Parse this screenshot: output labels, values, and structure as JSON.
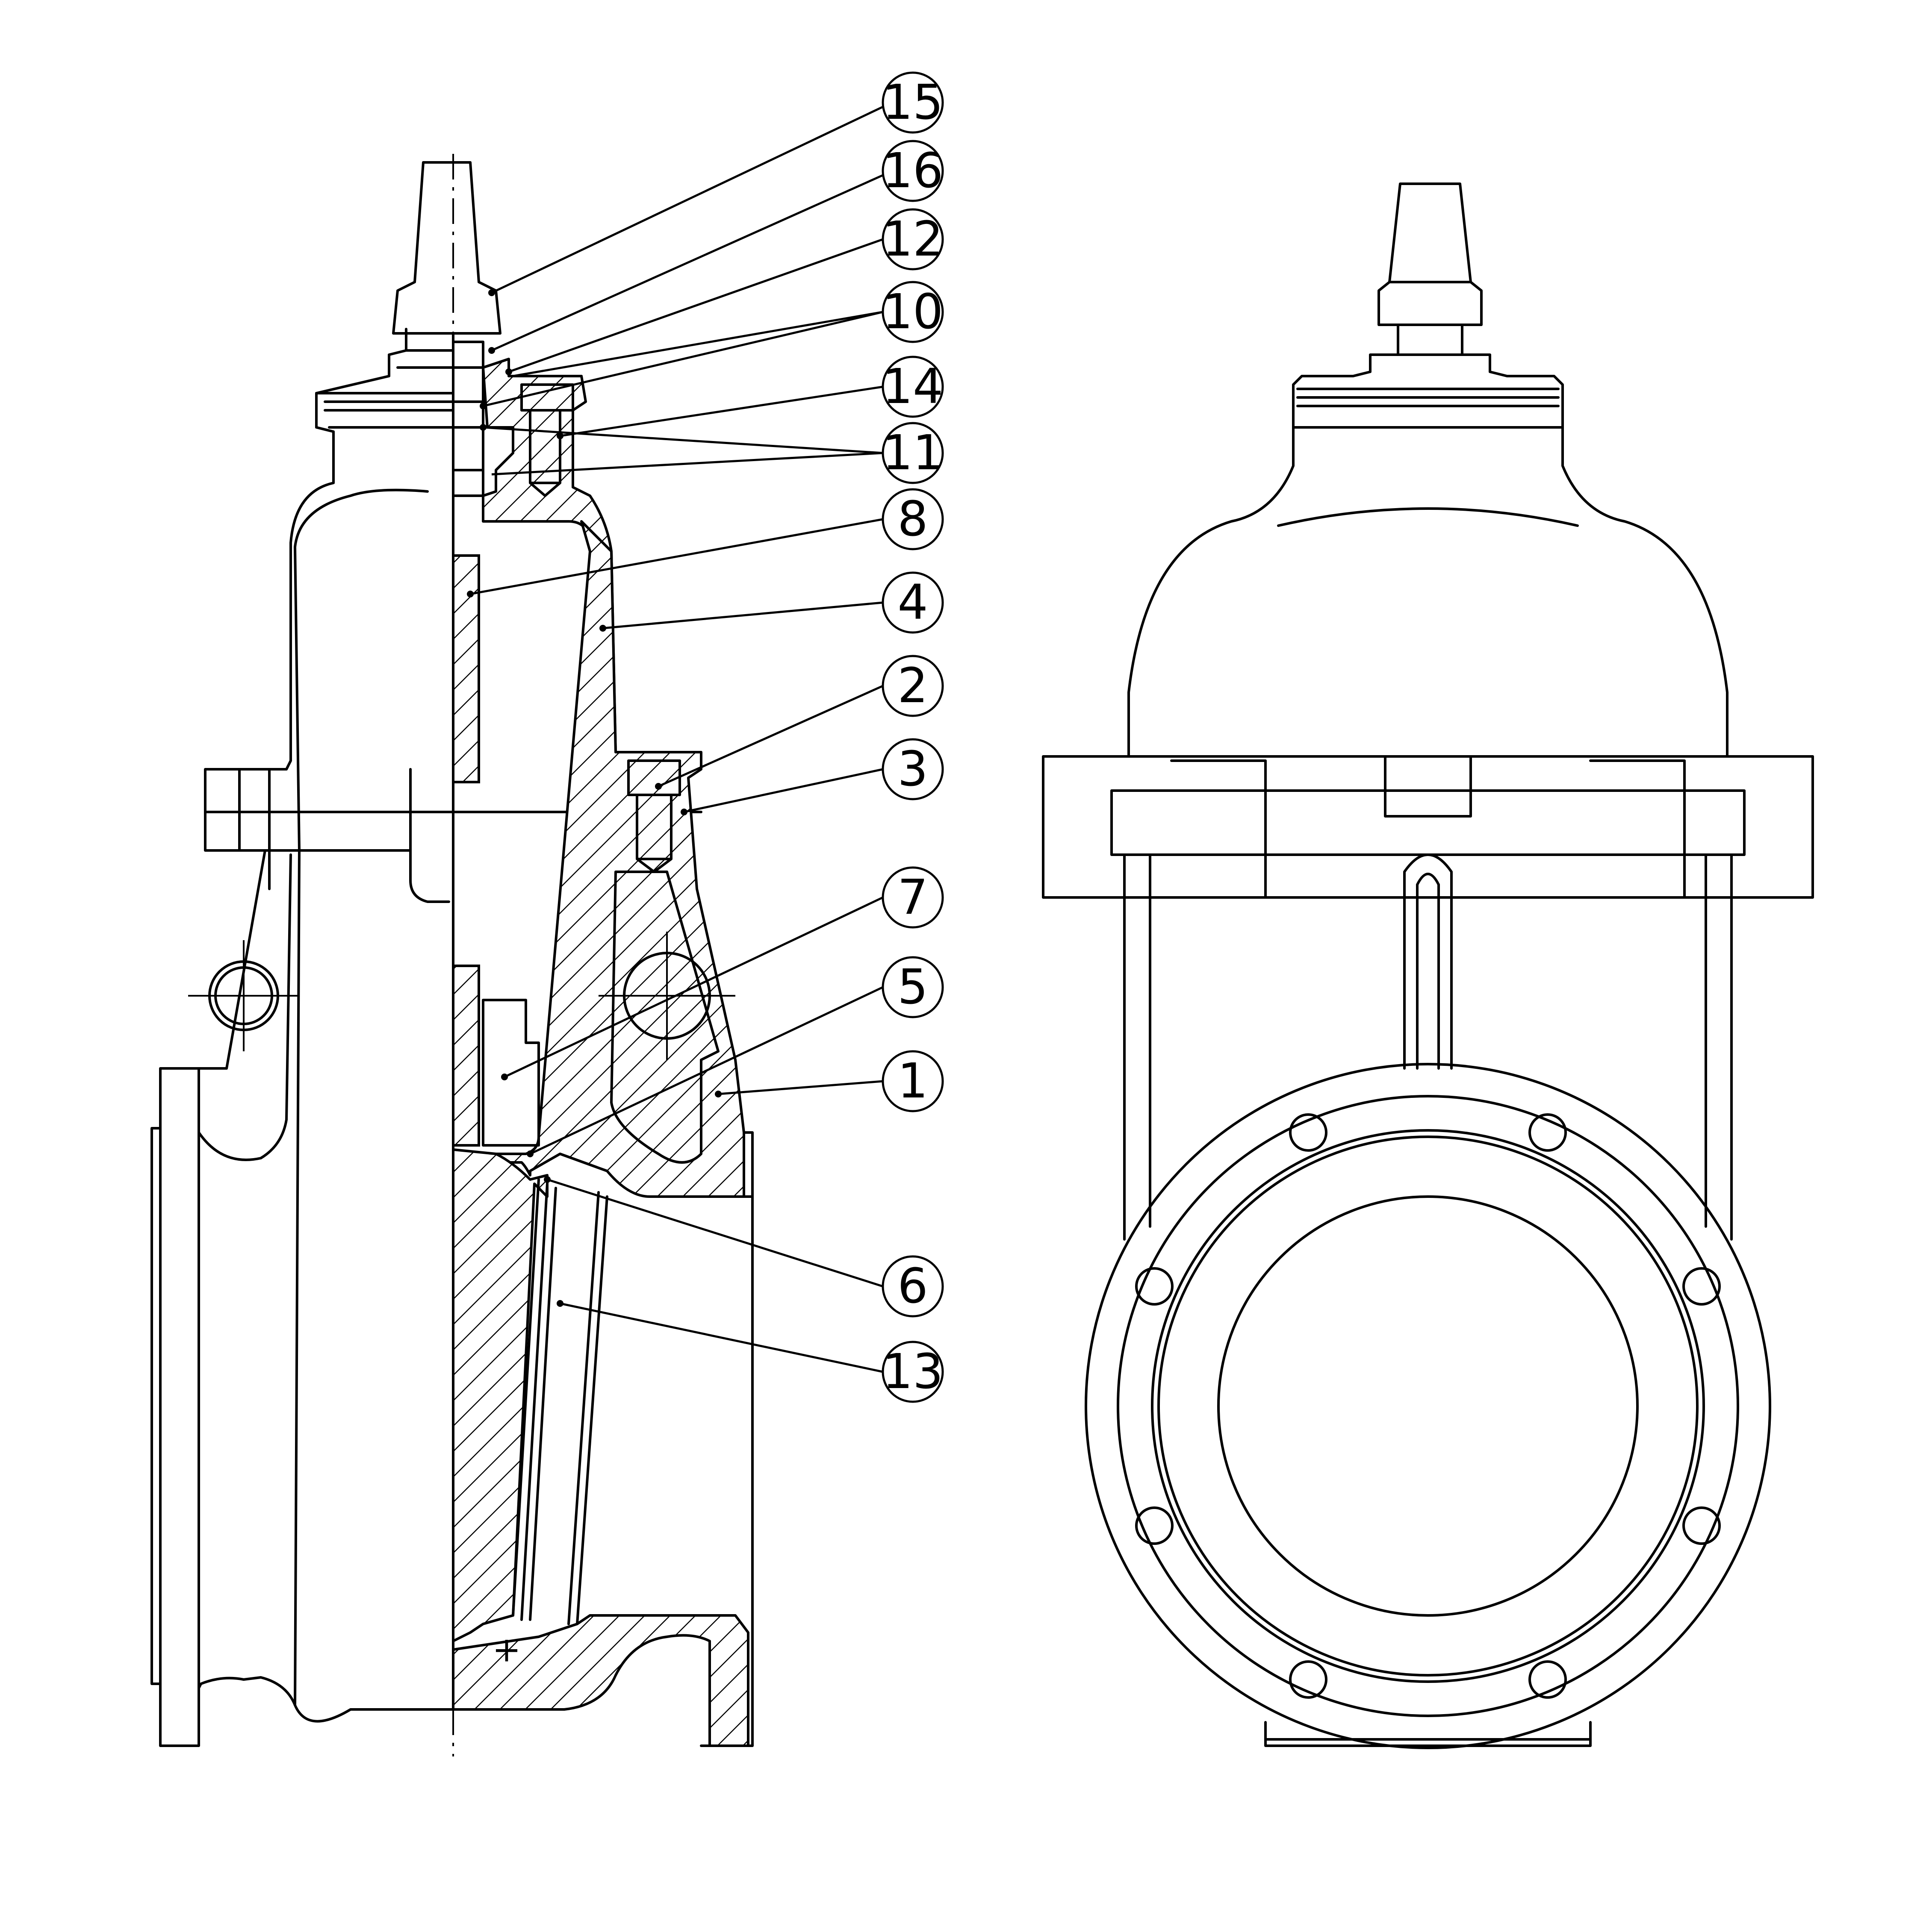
{
  "drawing": {
    "callouts": [
      {
        "id": "15",
        "label": "15"
      },
      {
        "id": "16",
        "label": "16"
      },
      {
        "id": "12",
        "label": "12"
      },
      {
        "id": "10",
        "label": "10"
      },
      {
        "id": "14",
        "label": "14"
      },
      {
        "id": "11",
        "label": "11"
      },
      {
        "id": "8",
        "label": "8"
      },
      {
        "id": "4",
        "label": "4"
      },
      {
        "id": "2",
        "label": "2"
      },
      {
        "id": "3",
        "label": "3"
      },
      {
        "id": "7",
        "label": "7"
      },
      {
        "id": "5",
        "label": "5"
      },
      {
        "id": "1",
        "label": "1"
      },
      {
        "id": "6",
        "label": "6"
      },
      {
        "id": "13",
        "label": "13"
      }
    ],
    "views": [
      "section-view",
      "front-view"
    ],
    "section_marks": [
      "+",
      "+"
    ]
  }
}
